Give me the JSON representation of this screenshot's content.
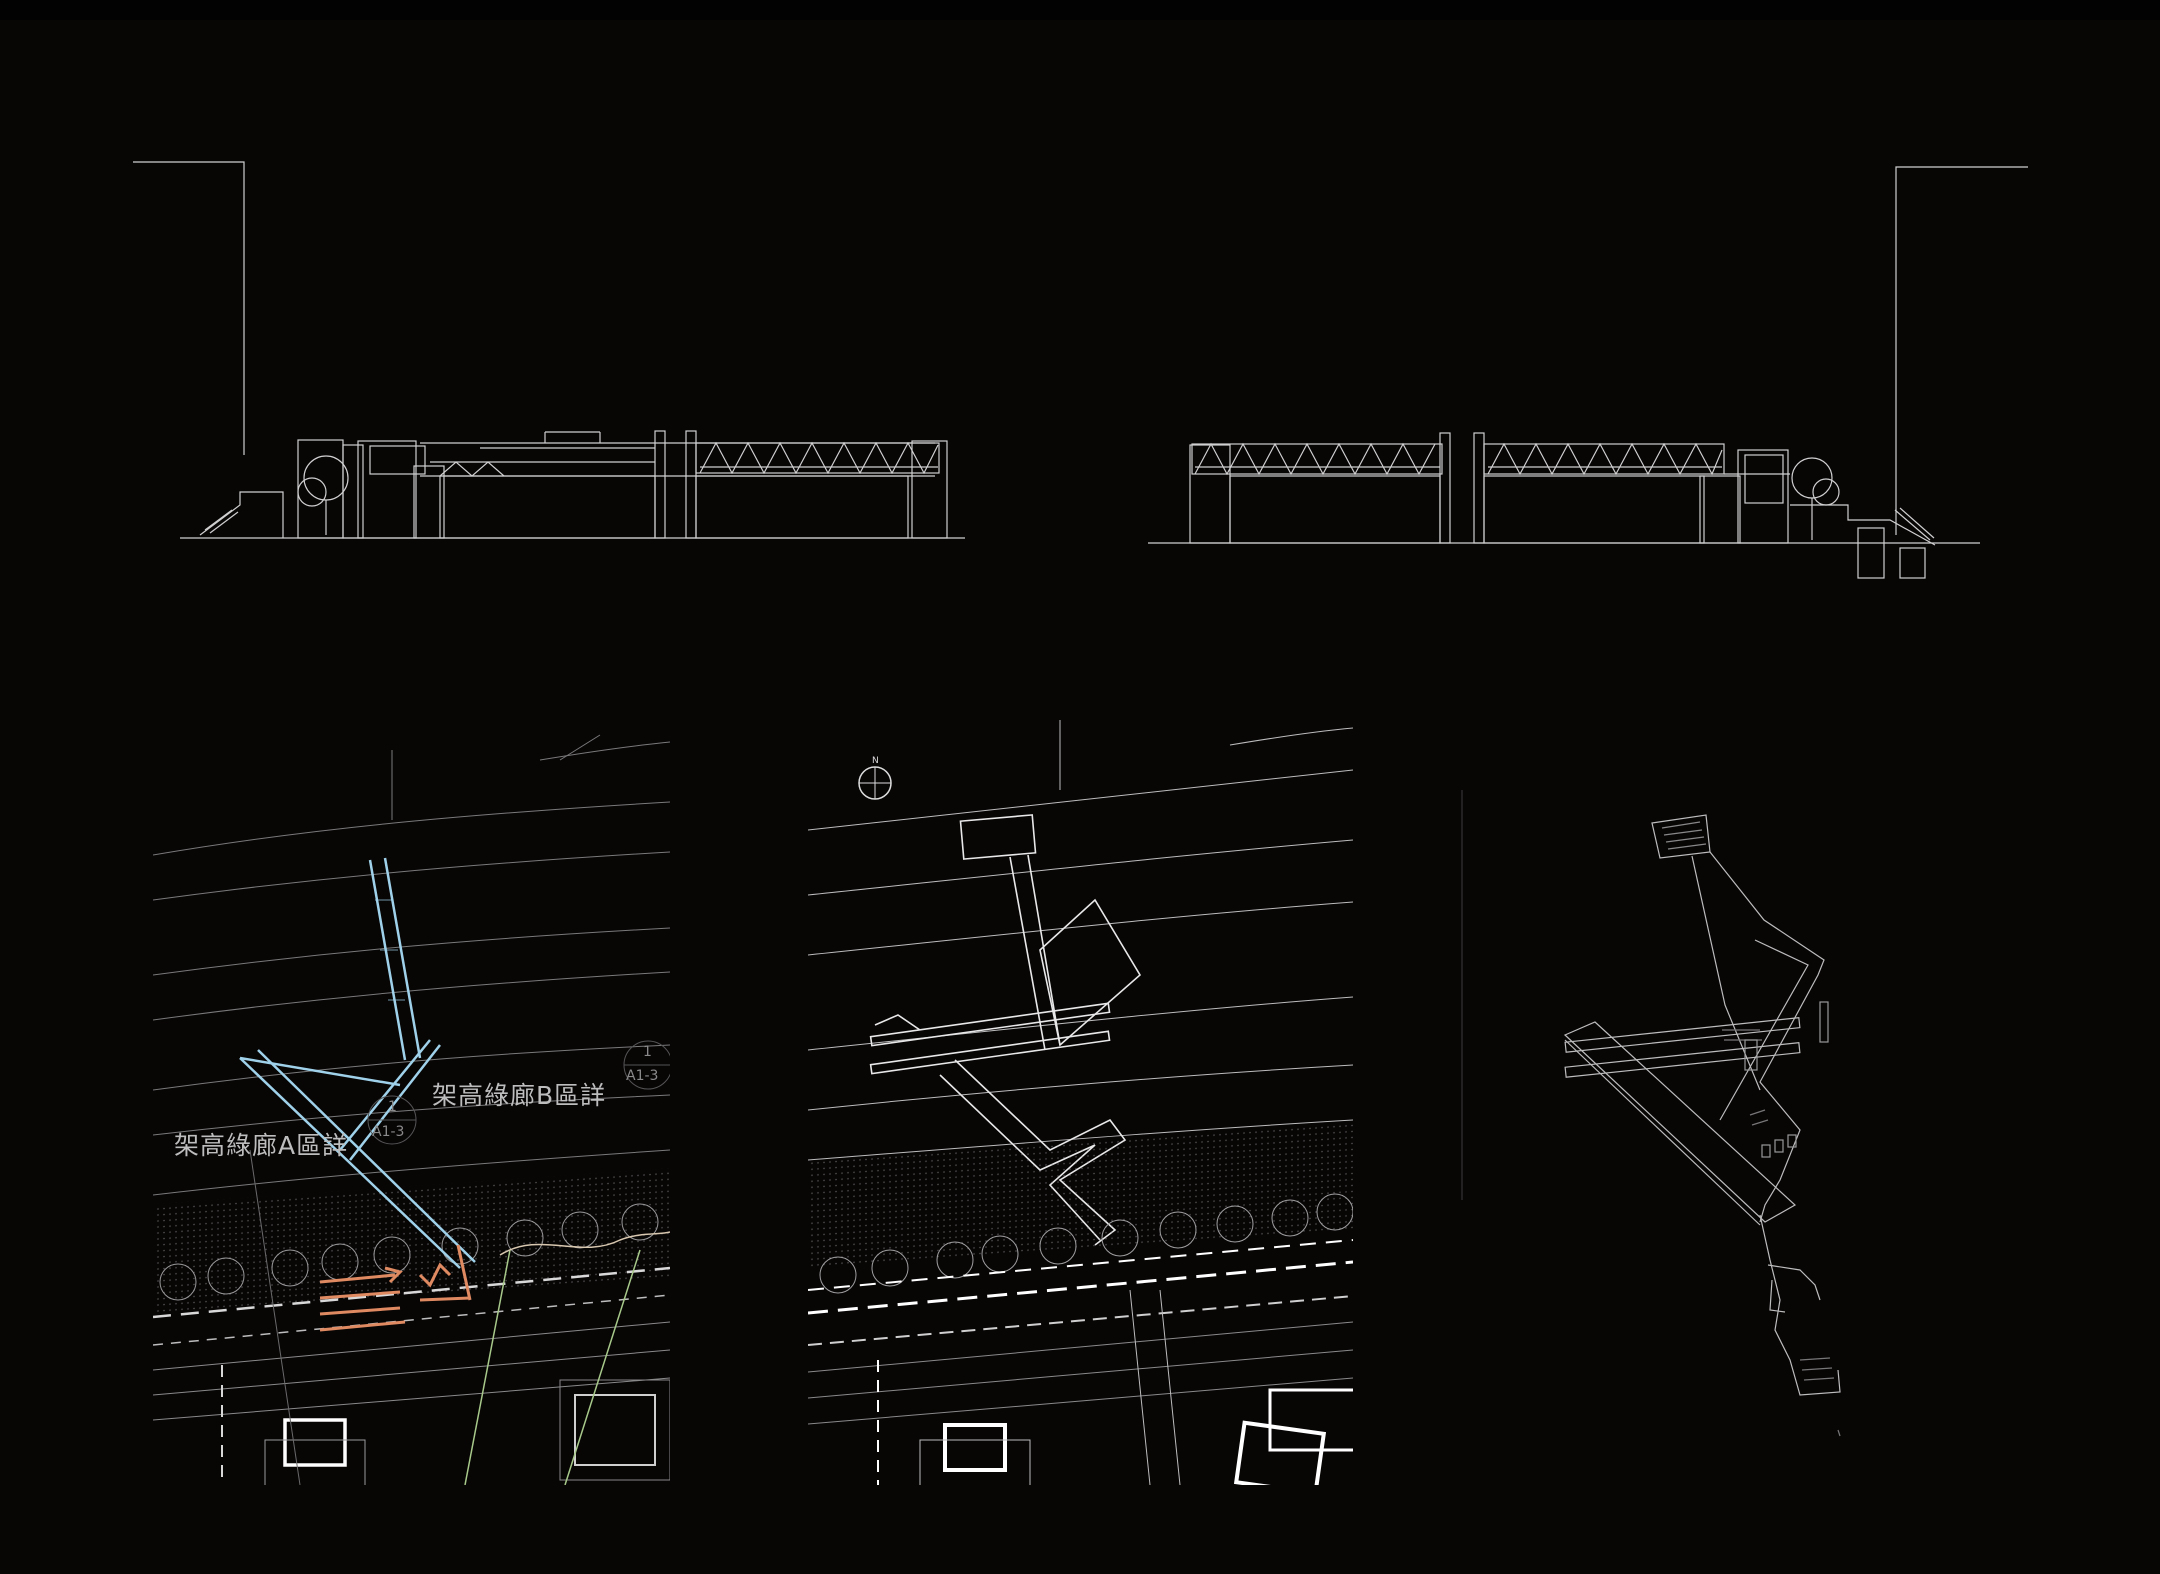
{
  "labels": {
    "zone_a": "架高綠廊A區詳",
    "zone_b": "架高綠廊B區詳",
    "ref_a_num": "1",
    "ref_a_sheet": "A1-3",
    "ref_b_num": "1",
    "ref_b_sheet": "A1-3",
    "north": "N"
  },
  "colors": {
    "background": "#080505",
    "line": "#d8d8d8",
    "accent_blue": "#9fd2ea",
    "accent_orange": "#e08a62",
    "accent_green": "#a7c98a"
  }
}
